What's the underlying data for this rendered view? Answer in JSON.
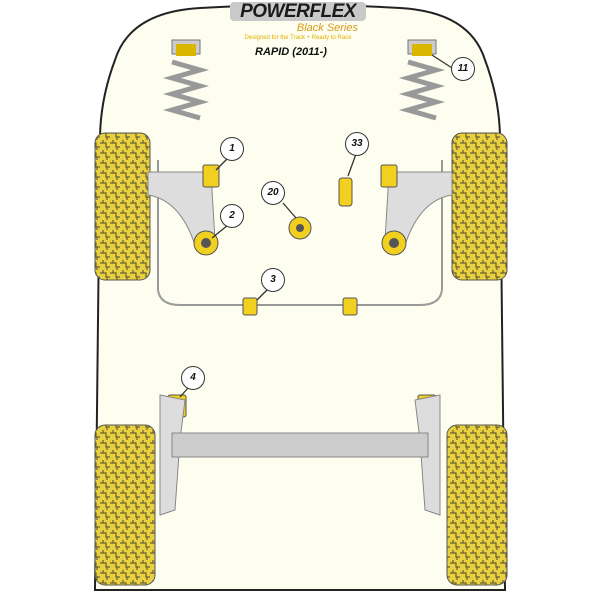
{
  "logo": {
    "brand": "POWERFLEX",
    "series": "Black Series",
    "tagline": "Designed for the Track + Ready to Race"
  },
  "model": "RAPID (2011-)",
  "callouts": [
    "1",
    "2",
    "20",
    "33",
    "11",
    "3",
    "4"
  ],
  "colors": {
    "bush": "#f2d020",
    "body": "#fefee8",
    "outline": "#333333"
  }
}
